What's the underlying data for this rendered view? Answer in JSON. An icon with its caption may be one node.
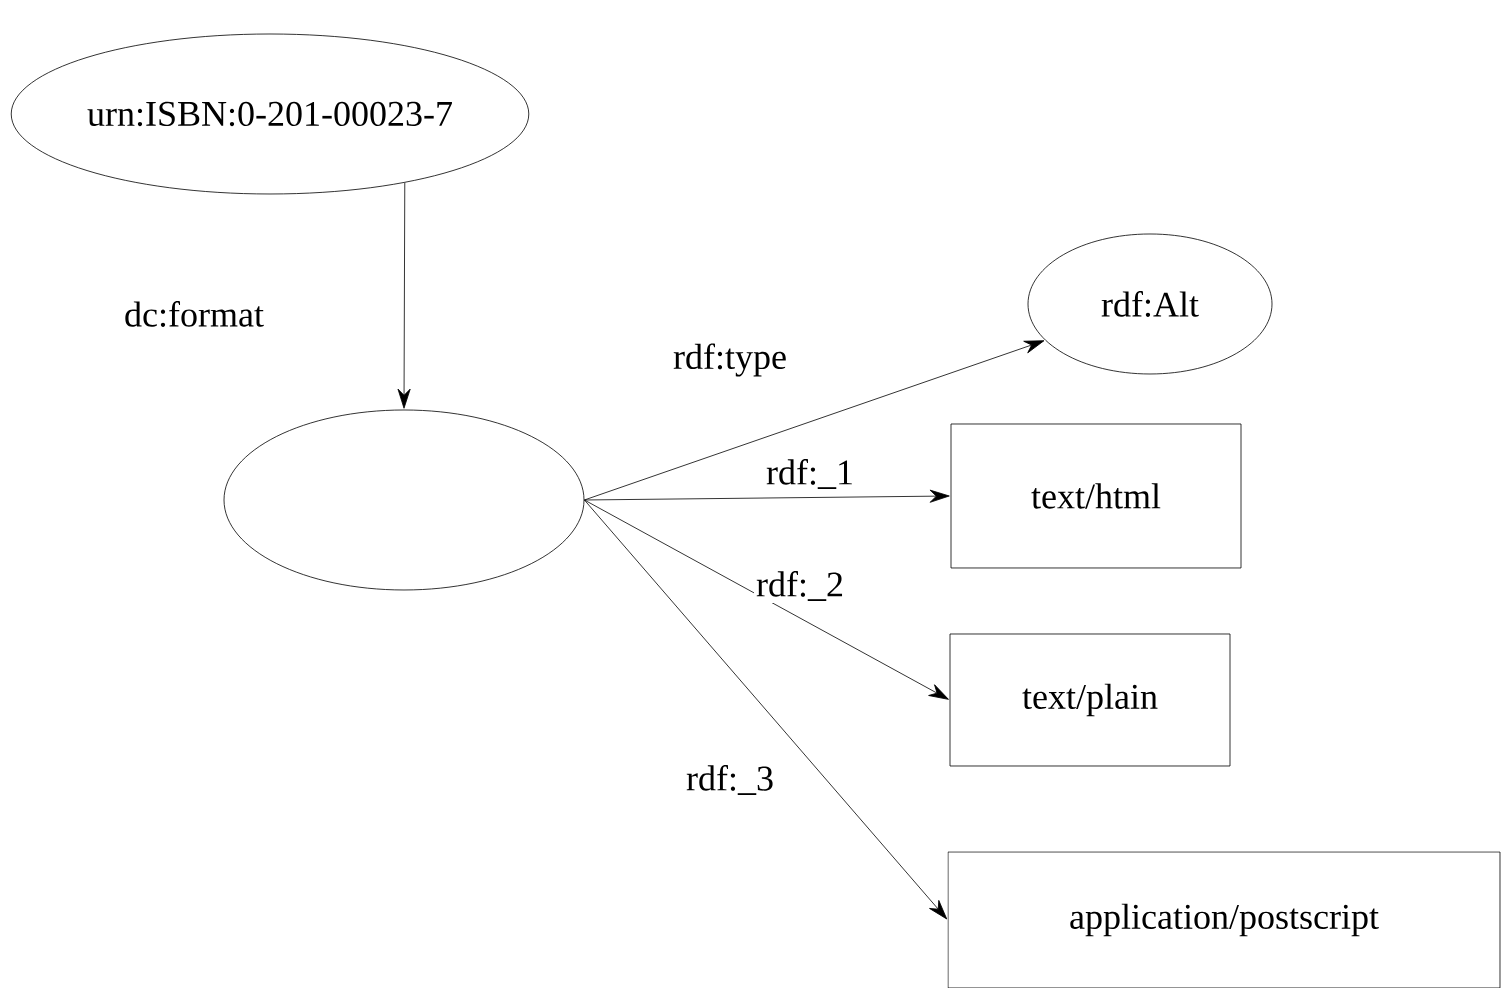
{
  "diagram": {
    "nodes": [
      {
        "text": [
          "urn:ISBN:0-201-00023-7"
        ]
      },
      {
        "text": [],
        "shape": "ellipse"
      },
      {
        "text": [
          "rdf:Alt"
        ]
      },
      {
        "text": [
          "text/html"
        ]
      },
      {
        "text": [
          "text/plain"
        ]
      },
      {
        "text": [
          "application/postscript"
        ]
      }
    ],
    "edges": [
      {
        "from": 0,
        "to": 1,
        "arrow": "to",
        "label": "dc:format"
      },
      {
        "from": 1,
        "to": 2,
        "arrow": "to",
        "label": "rdf:type"
      },
      {
        "from": 1,
        "to": 3,
        "arrow": "to",
        "label": "rdf:_1"
      },
      {
        "from": 1,
        "to": 4,
        "arrow": "to",
        "label": "rdf:_2"
      },
      {
        "from": 1,
        "to": 5,
        "arrow": "to",
        "label": "rdf:_3"
      }
    ]
  }
}
